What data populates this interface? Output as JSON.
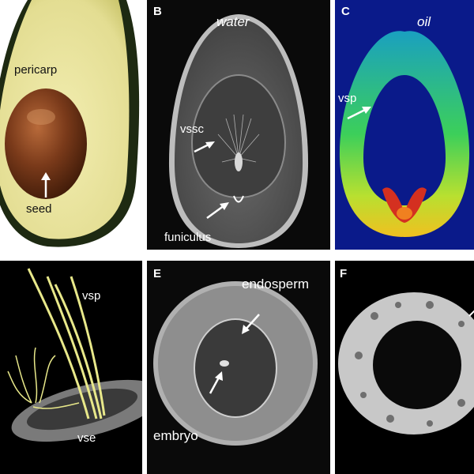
{
  "panels": {
    "a": {
      "labels": {
        "pericarp": "pericarp",
        "seed": "seed"
      }
    },
    "b": {
      "letter": "B",
      "title": "water",
      "labels": {
        "vssc": "vssc",
        "funiculus": "funiculus"
      }
    },
    "c": {
      "letter": "C",
      "title": "oil",
      "labels": {
        "vsp": "vsp"
      }
    },
    "d": {
      "labels": {
        "vsp": "vsp",
        "vse": "vse"
      }
    },
    "e": {
      "letter": "E",
      "labels": {
        "endosperm": "endosperm",
        "embryo": "embryo"
      }
    },
    "f": {
      "letter": "F"
    }
  },
  "colors": {
    "pericarp": "#e6e19a",
    "seed": "#7a3a1a",
    "mri_gray": "#9a9a9a",
    "oil_background": "#0a1a8a",
    "vessels": "#e8e88a",
    "arrow": "#ffffff"
  }
}
